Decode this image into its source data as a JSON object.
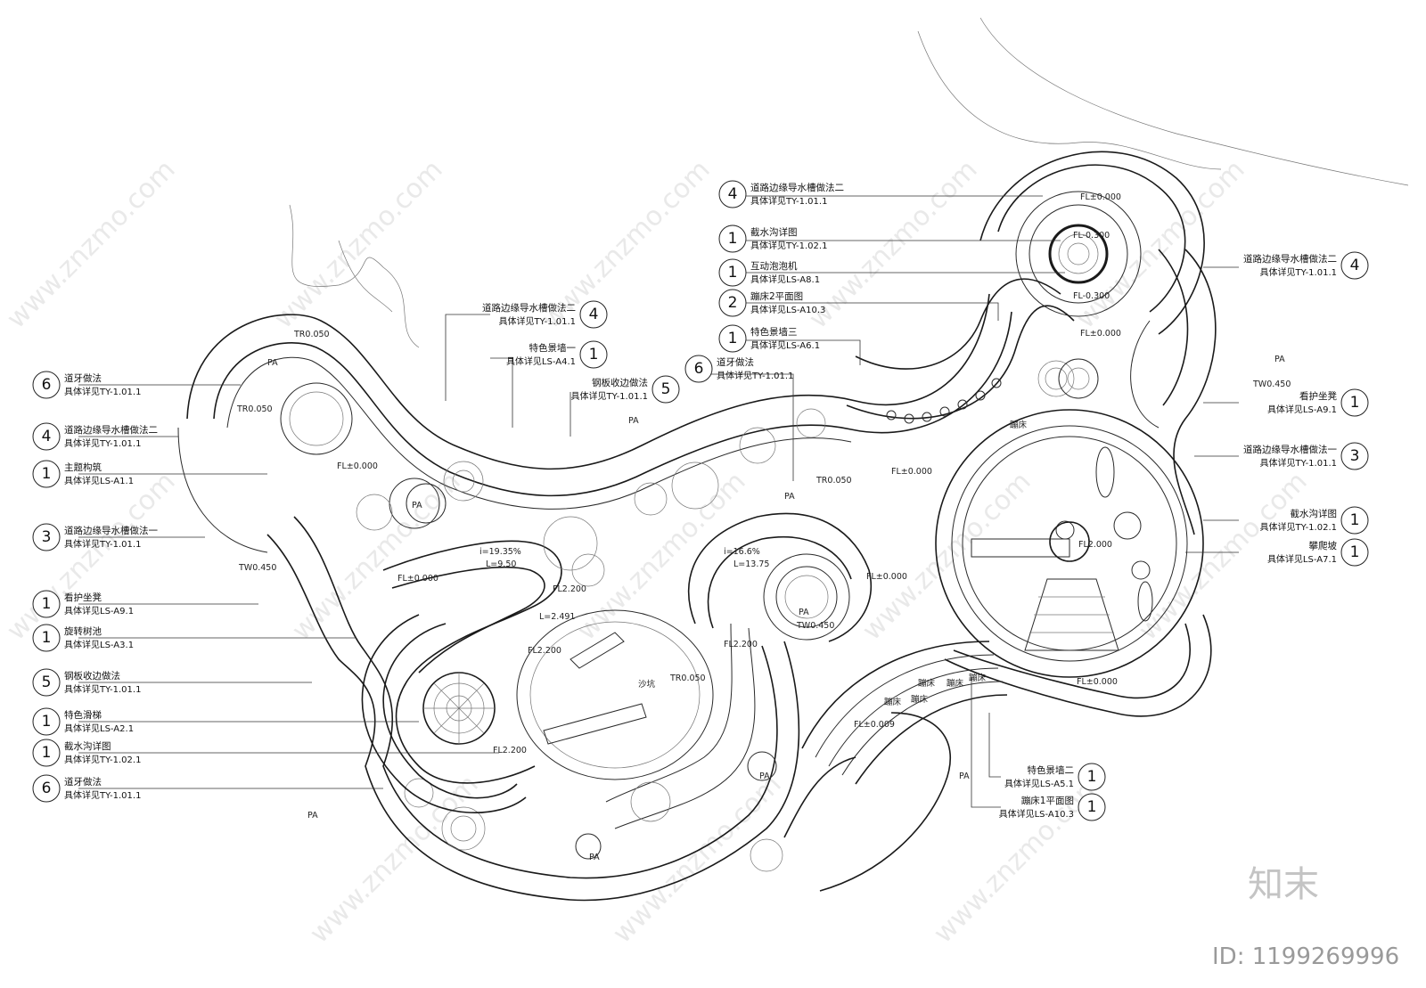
{
  "callouts_left": [
    {
      "num": "6",
      "title": "道牙做法",
      "ref": "具体详见TY-1.01.1"
    },
    {
      "num": "4",
      "title": "道路边缘导水槽做法二",
      "ref": "具体详见TY-1.01.1"
    },
    {
      "num": "1",
      "title": "主题构筑",
      "ref": "具体详见LS-A1.1"
    },
    {
      "num": "3",
      "title": "道路边缘导水槽做法一",
      "ref": "具体详见TY-1.01.1"
    },
    {
      "num": "1",
      "title": "看护坐凳",
      "ref": "具体详见LS-A9.1"
    },
    {
      "num": "1",
      "title": "旋转树池",
      "ref": "具体详见LS-A3.1"
    },
    {
      "num": "5",
      "title": "钢板收边做法",
      "ref": "具体详见TY-1.01.1"
    },
    {
      "num": "1",
      "title": "特色滑梯",
      "ref": "具体详见LS-A2.1"
    },
    {
      "num": "1",
      "title": "截水沟详图",
      "ref": "具体详见TY-1.02.1"
    },
    {
      "num": "6",
      "title": "道牙做法",
      "ref": "具体详见TY-1.01.1"
    }
  ],
  "callouts_top": [
    {
      "num": "4",
      "title": "道路边缘导水槽做法二",
      "ref": "具体详见TY-1.01.1"
    },
    {
      "num": "1",
      "title": "特色景墙一",
      "ref": "具体详见LS-A4.1"
    },
    {
      "num": "5",
      "title": "钢板收边做法",
      "ref": "具体详见TY-1.01.1"
    },
    {
      "num": "6",
      "title": "道牙做法",
      "ref": "具体详见TY-1.01.1"
    },
    {
      "num": "4",
      "title": "道路边缘导水槽做法二",
      "ref": "具体详见TY-1.01.1"
    },
    {
      "num": "1",
      "title": "截水沟详图",
      "ref": "具体详见TY-1.02.1"
    },
    {
      "num": "1",
      "title": "互动泡泡机",
      "ref": "具体详见LS-A8.1"
    },
    {
      "num": "2",
      "title": "蹦床2平面图",
      "ref": "具体详见LS-A10.3"
    },
    {
      "num": "1",
      "title": "特色景墙三",
      "ref": "具体详见LS-A6.1"
    }
  ],
  "callouts_right": [
    {
      "num": "4",
      "title": "道路边缘导水槽做法二",
      "ref": "具体详见TY-1.01.1"
    },
    {
      "num": "1",
      "title": "看护坐凳",
      "ref": "具体详见LS-A9.1"
    },
    {
      "num": "3",
      "title": "道路边缘导水槽做法一",
      "ref": "具体详见TY-1.01.1"
    },
    {
      "num": "1",
      "title": "截水沟详图",
      "ref": "具体详见TY-1.02.1"
    },
    {
      "num": "1",
      "title": "攀爬坡",
      "ref": "具体详见LS-A7.1"
    }
  ],
  "callouts_bottom": [
    {
      "num": "1",
      "title": "特色景墙二",
      "ref": "具体详见LS-A5.1"
    },
    {
      "num": "1",
      "title": "蹦床1平面图",
      "ref": "具体详见LS-A10.3"
    }
  ],
  "marks": {
    "pa": "PA",
    "fl0": "FL±0.000",
    "fl_top": "FL±0.000",
    "fl_top2": "FL±0.000",
    "fl_mid": "FL±0.000",
    "fl_mid2": "FL±0.000",
    "fl_right": "FL±0.000",
    "fl_right2": "FL±0.000",
    "fl_bot": "FL±0.009",
    "fl_bot2": "FL±0.000",
    "fl_pit": "FL2.000",
    "fl_pond": "FL-0.300",
    "fl_pond2": "FL-0.300",
    "fl_slide": "FL2.200",
    "fl_slide2": "FL2.200",
    "fl_slide3": "FL2.200",
    "tw_left": "TW0.450",
    "tw_right": "TW0.450",
    "tw_pit": "TW0.450",
    "tr1": "TR0.050",
    "tr2": "TR0.050",
    "tr3": "TR0.050",
    "tr4": "TR0.050",
    "ramp1": "i=19.35%",
    "ramp1b": "L=9.50",
    "ramp2": "i=16.6%",
    "ramp2b": "L=13.75",
    "ramp3": "L=2.491",
    "sandpit": "沙坑",
    "tramp_a": "蹦床",
    "tramp_b": "蹦床",
    "tramp_c": "蹦床",
    "tramp_d": "蹦床",
    "tramp_e": "蹦床",
    "tramp_f": "蹦床"
  },
  "watermark": "www.znzmo.com",
  "brand": "知末",
  "id_text": "ID: 1199269996"
}
